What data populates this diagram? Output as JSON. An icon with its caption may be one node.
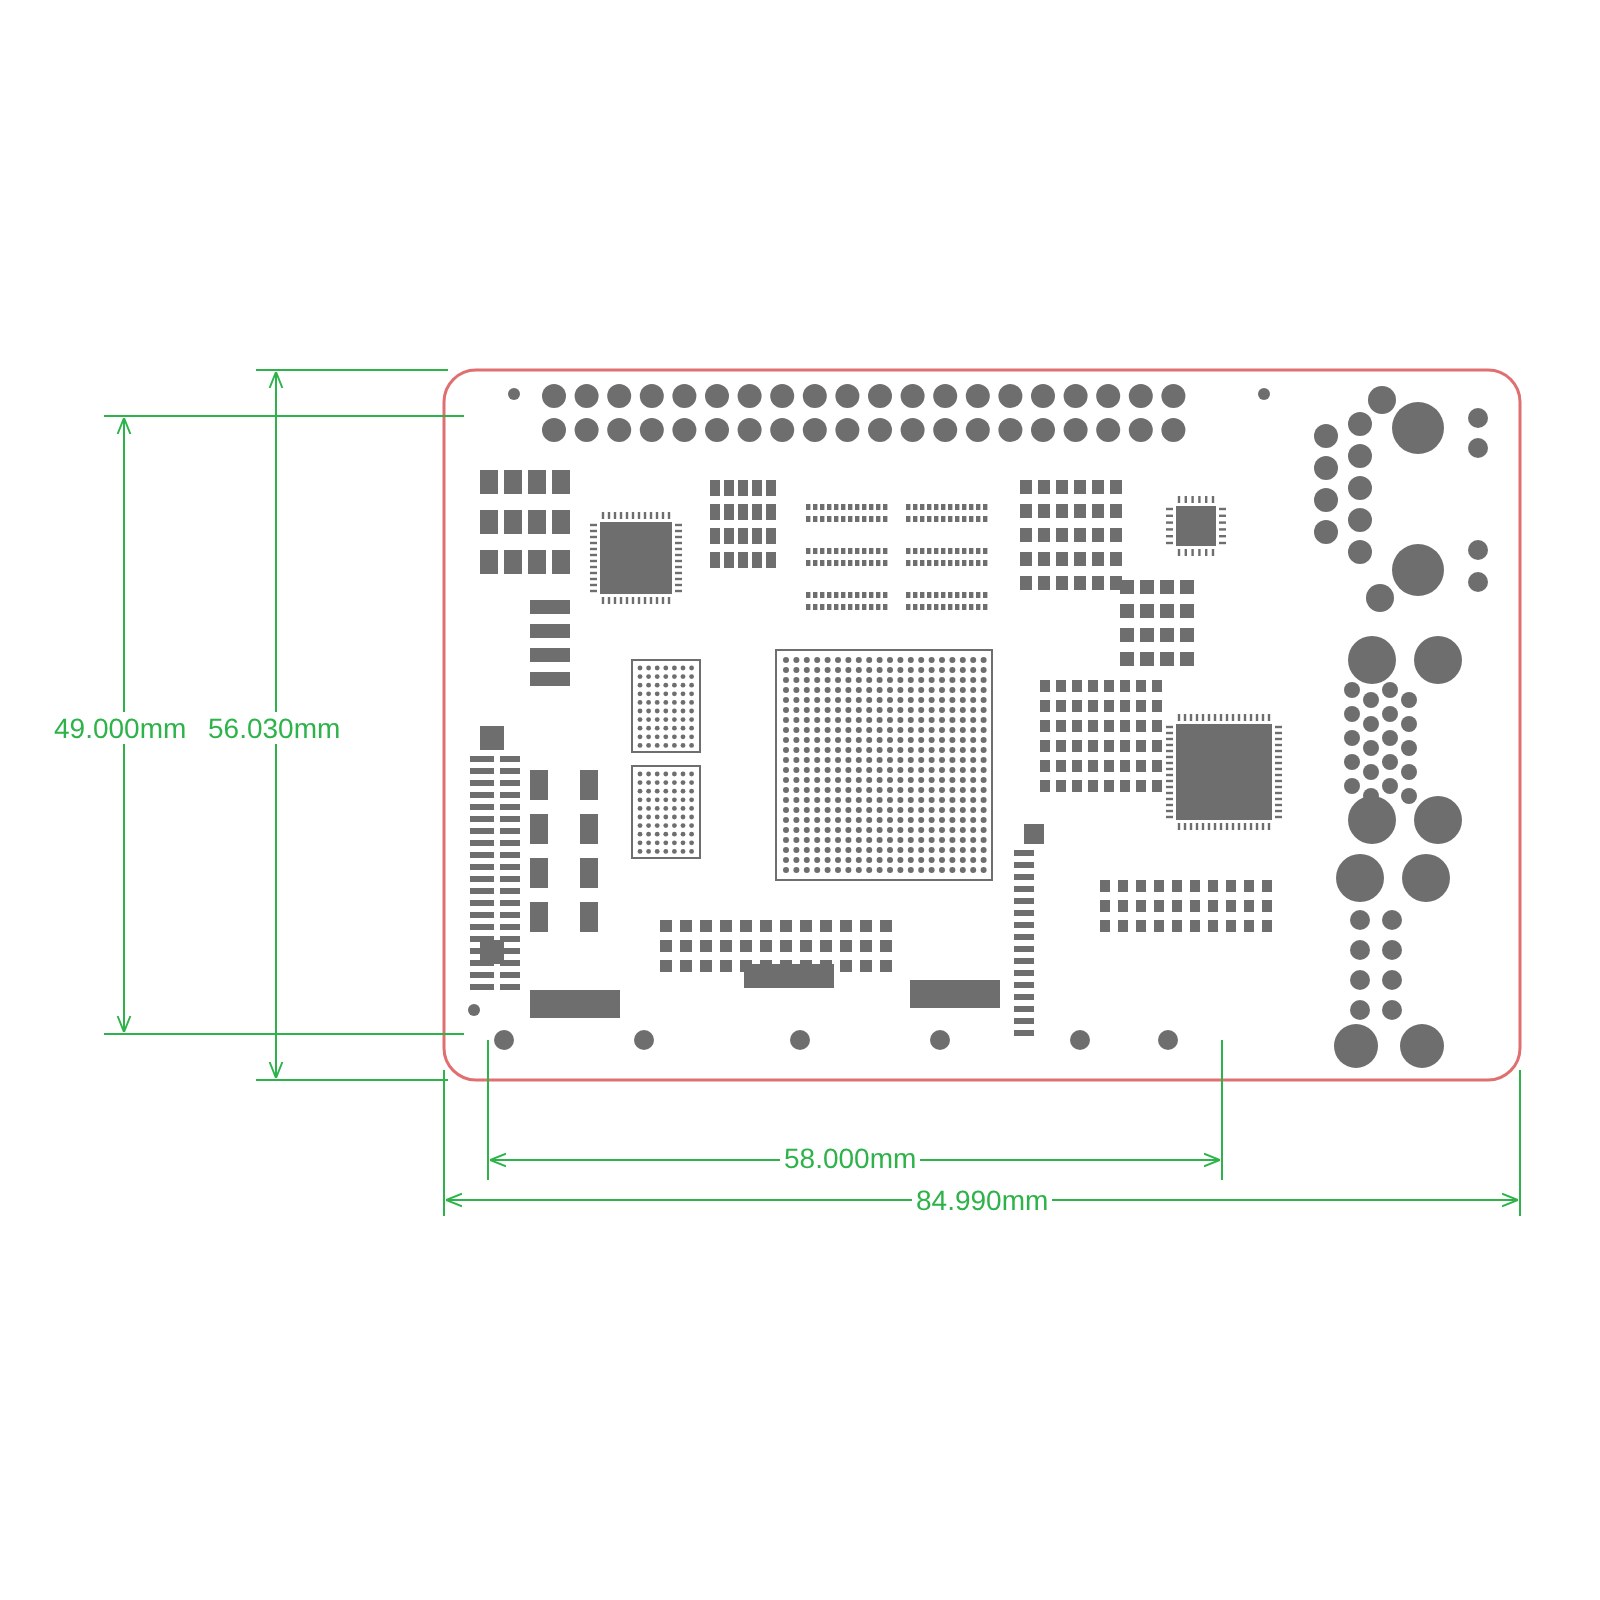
{
  "diagram": {
    "labels": [
      "49.000mm",
      "56.030mm",
      "58.000mm",
      "84.990mm"
    ]
  }
}
